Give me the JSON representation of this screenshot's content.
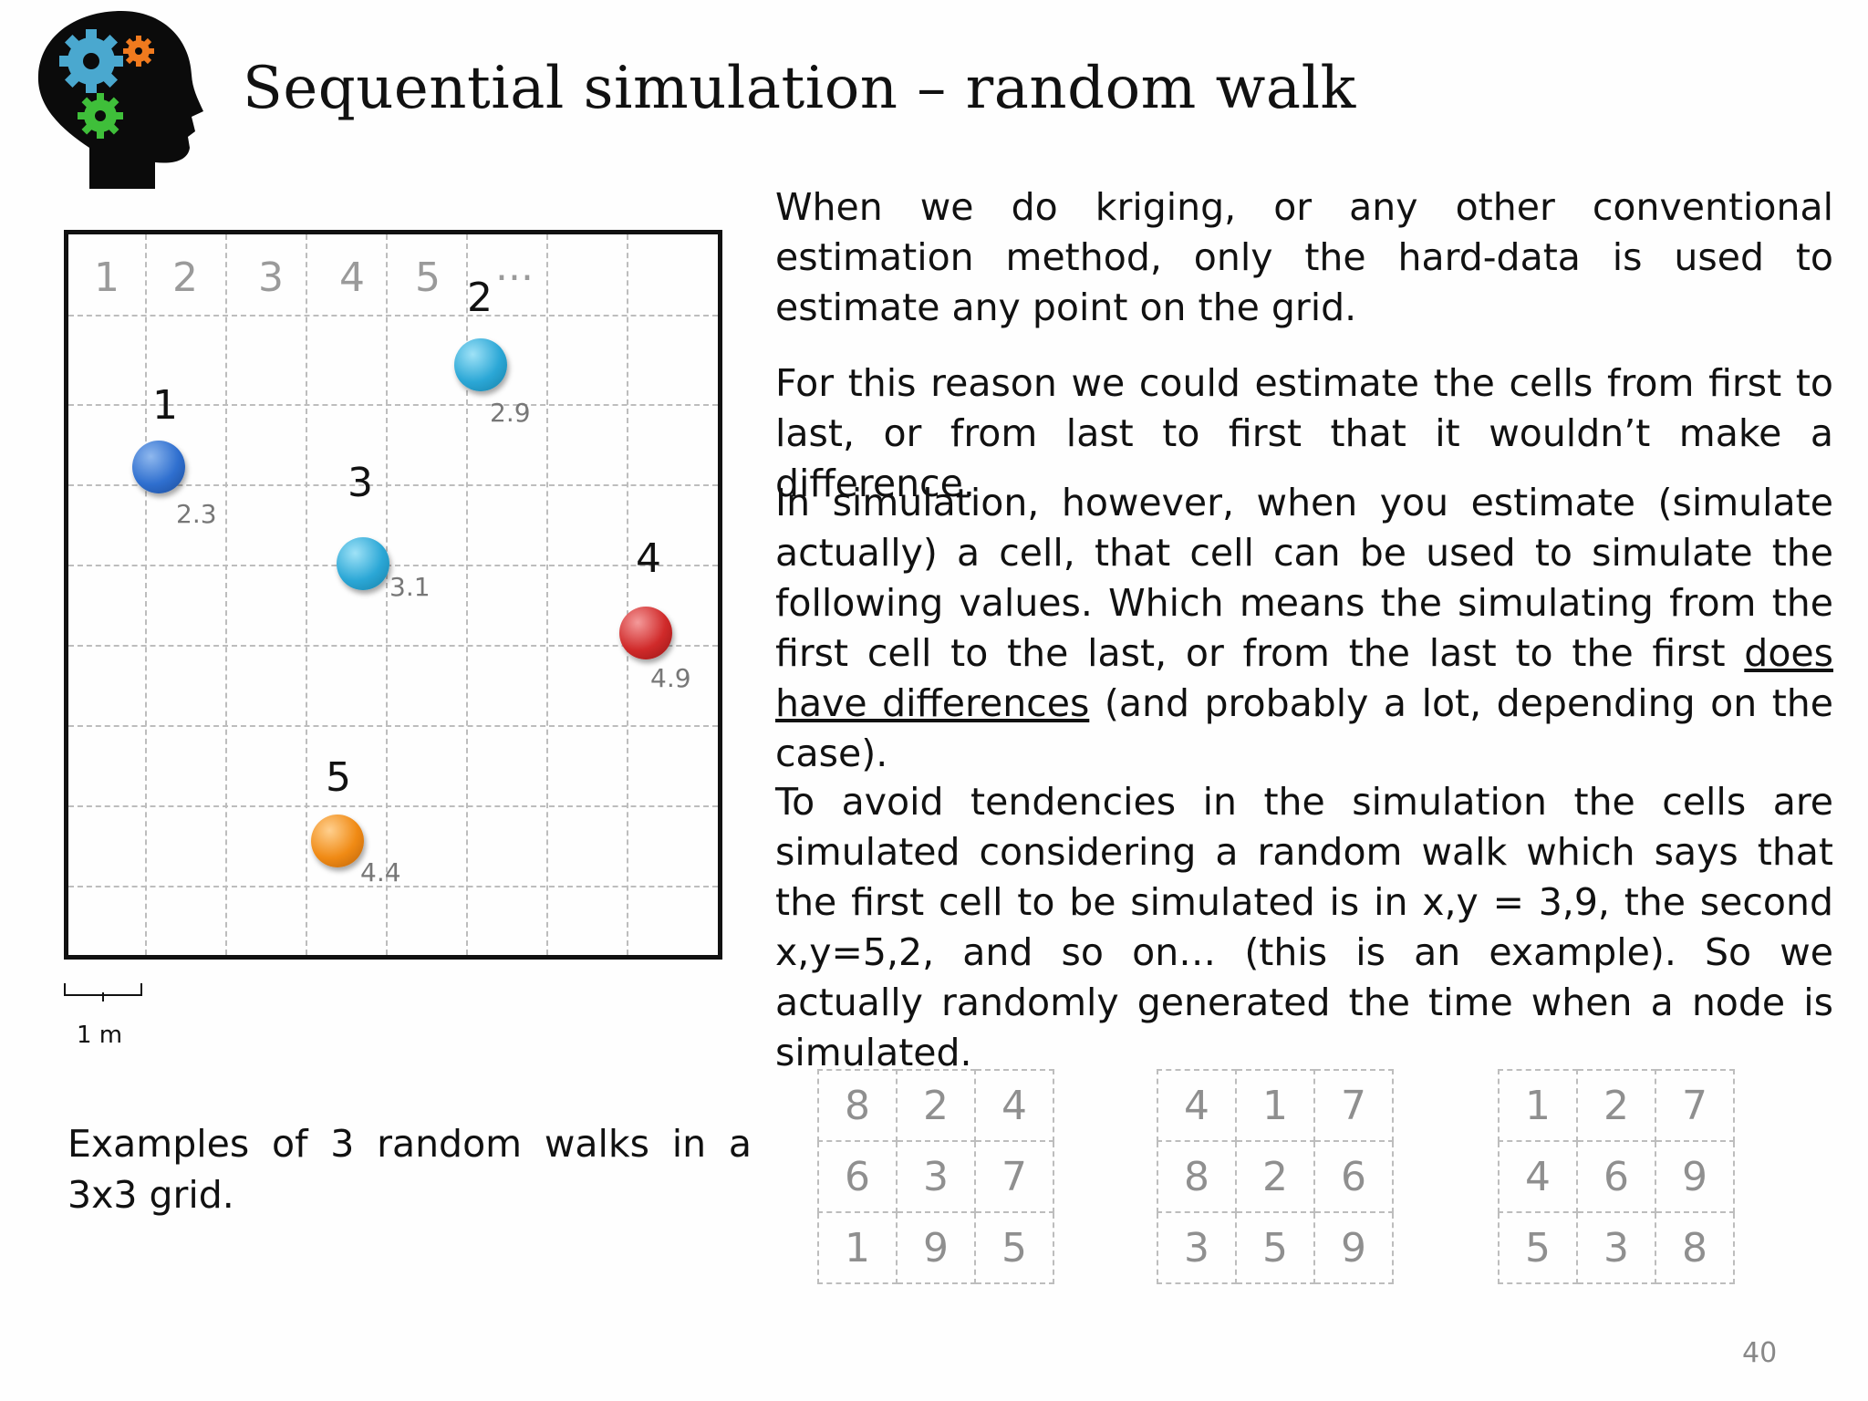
{
  "title": "Sequential simulation – random walk",
  "icons": {
    "logo": "head-with-gears-icon"
  },
  "grid": {
    "column_numbers": [
      "1",
      "2",
      "3",
      "4",
      "5",
      "..."
    ],
    "points": [
      {
        "label": "1",
        "value": "2.3",
        "color": "#2f6fcf"
      },
      {
        "label": "2",
        "value": "2.9",
        "color": "#2ba7d6"
      },
      {
        "label": "3",
        "value": "3.1",
        "color": "#2ba7d6"
      },
      {
        "label": "4",
        "value": "4.9",
        "color": "#d02a2a"
      },
      {
        "label": "5",
        "value": "4.4",
        "color": "#f08a14"
      }
    ],
    "scale_label": "1 m"
  },
  "text": {
    "p1": "When we do kriging, or any other conventional estimation method, only the hard-data is used to estimate any point on the grid.",
    "p2": "For this reason we could estimate the cells from first to last, or from last to first that it wouldn’t make a difference.",
    "p3_start": "In simulation, however, when you estimate (simulate actually) a cell, that cell can be used to simulate the following values. Which means the simulating from the first cell to the last, or from the last to the first ",
    "p3_underlined": "does have differences",
    "p3_end": " (and probably a lot, depending on the case).",
    "p4": "To avoid tendencies in the simulation the cells are simulated considering a random walk which says that the first cell to be simulated is in x,y = 3,9, the second x,y=5,2, and so on… (this is an example). So we actually randomly generated the time when a node is simulated.",
    "caption": "Examples of 3 random walks in a 3x3 grid."
  },
  "walks": [
    [
      [
        "8",
        "2",
        "4"
      ],
      [
        "6",
        "3",
        "7"
      ],
      [
        "1",
        "9",
        "5"
      ]
    ],
    [
      [
        "4",
        "1",
        "7"
      ],
      [
        "8",
        "2",
        "6"
      ],
      [
        "3",
        "5",
        "9"
      ]
    ],
    [
      [
        "1",
        "2",
        "7"
      ],
      [
        "4",
        "6",
        "9"
      ],
      [
        "5",
        "3",
        "8"
      ]
    ]
  ],
  "page_number": "40"
}
